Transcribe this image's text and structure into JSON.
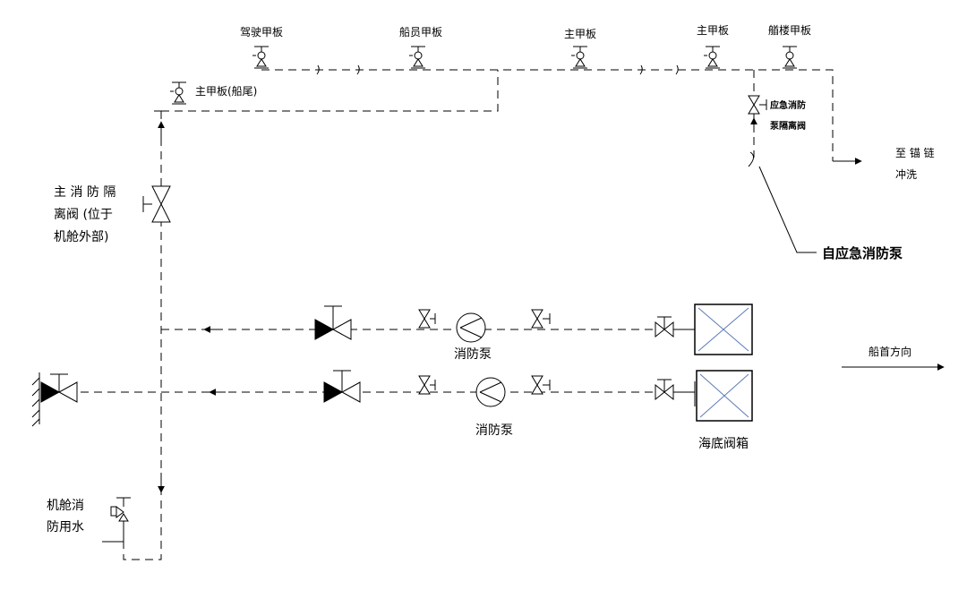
{
  "labels": {
    "bridge_deck": "驾驶甲板",
    "crew_deck": "船员甲板",
    "main_deck_1": "主甲板",
    "main_deck_2": "主甲板",
    "forecastle_deck": "艏楼甲板",
    "main_deck_stern": "主甲板(船尾)",
    "emergency_valve_l1": "应急消防",
    "emergency_valve_l2": "泵隔离阀",
    "anchor_l1": "至 锚 链",
    "anchor_l2": "冲洗",
    "emergency_pump": "自应急消防泵",
    "main_iso_l1": "主 消 防 隔",
    "main_iso_l2": "离阀 (位于",
    "main_iso_l3": "机舱外部)",
    "fire_pump_1": "消防泵",
    "fire_pump_2": "消防泵",
    "sea_chest": "海底阀箱",
    "bow_direction": "船首方向",
    "er_water_l1": "机舱消",
    "er_water_l2": "防用水"
  }
}
